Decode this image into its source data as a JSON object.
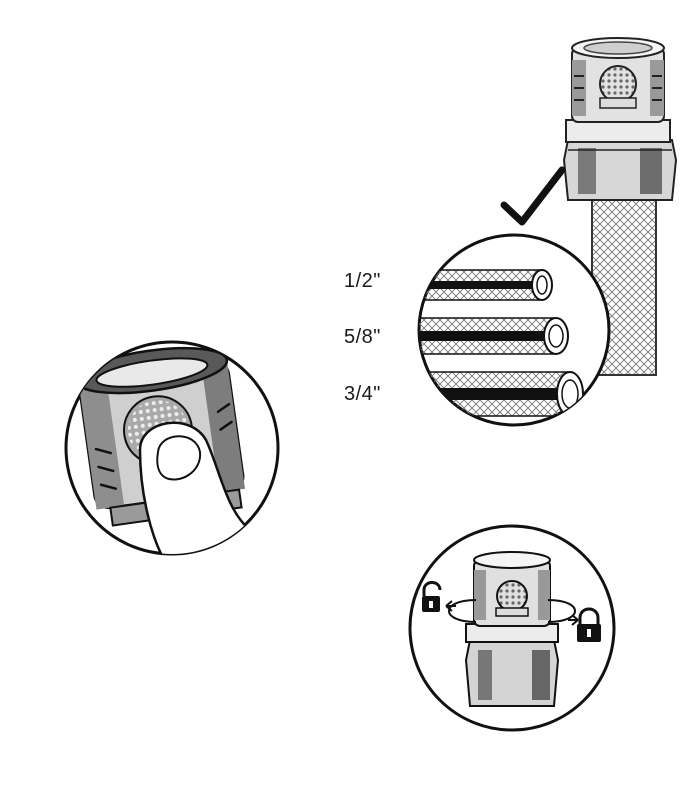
{
  "figure": {
    "hose_sizes": [
      "1/2\"",
      "5/8\"",
      "3/4\""
    ]
  },
  "icons": {
    "check": "check-mark-icon",
    "unlocked": "unlock-icon",
    "locked": "lock-icon"
  },
  "colors": {
    "ink": "#1a1a1a",
    "dark_gray": "#555555",
    "mid_gray": "#8a8a8a",
    "light_gray": "#cfcfcf",
    "background": "#ffffff"
  }
}
